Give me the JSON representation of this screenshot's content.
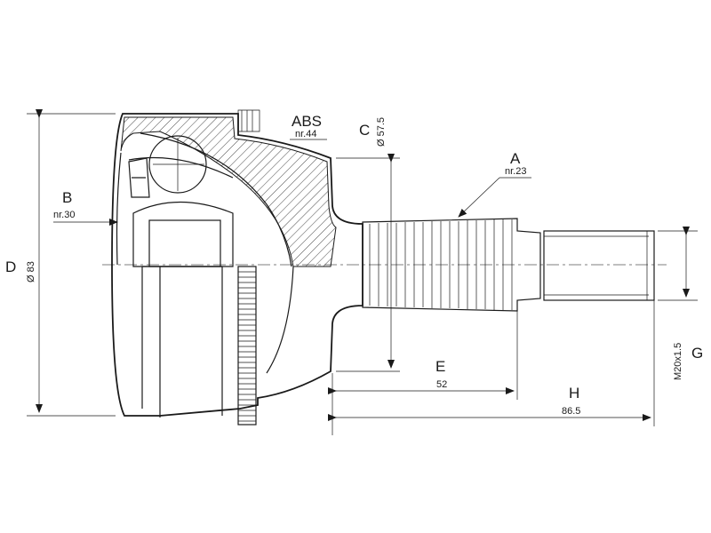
{
  "labels": {
    "abs_title": "ABS",
    "abs_nr": "nr.44",
    "a_title": "A",
    "a_nr": "nr.23",
    "b_title": "B",
    "b_nr": "nr.30",
    "c_title": "C",
    "c_value": "Ø 57.5",
    "d_title": "D",
    "d_value": "Ø 83",
    "e_title": "E",
    "e_value": "52",
    "h_title": "H",
    "h_value": "86.5",
    "g_title": "G",
    "g_value": "M20x1.5"
  }
}
